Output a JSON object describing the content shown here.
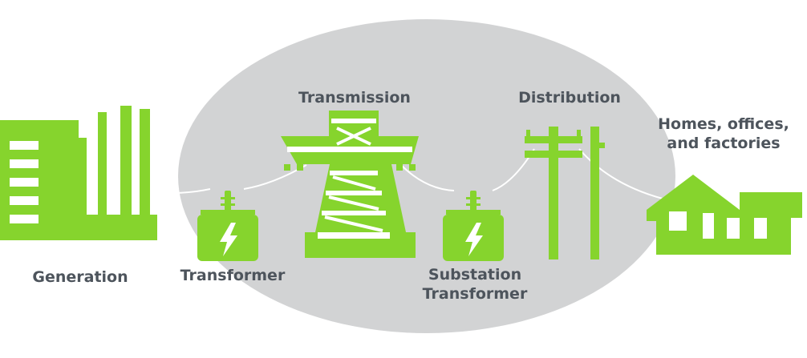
{
  "colors": {
    "green": "#86d42d",
    "oval": "#d2d3d4",
    "wire": "#ffffff",
    "label": "#4d545c",
    "background": "#ffffff"
  },
  "stages": [
    {
      "id": "generation",
      "icon": "power-plant-icon",
      "label": "Generation"
    },
    {
      "id": "transformer",
      "icon": "transformer-icon",
      "label": "Transformer"
    },
    {
      "id": "transmission",
      "icon": "transmission-tower-icon",
      "label": "Transmission"
    },
    {
      "id": "substation",
      "icon": "transformer-icon",
      "label_line1": "Substation",
      "label_line2": "Transformer"
    },
    {
      "id": "distribution",
      "icon": "utility-pole-icon",
      "label": "Distribution"
    },
    {
      "id": "consumers",
      "icon": "house-icon",
      "label_line1": "Homes, offices,",
      "label_line2": "and factories"
    }
  ]
}
